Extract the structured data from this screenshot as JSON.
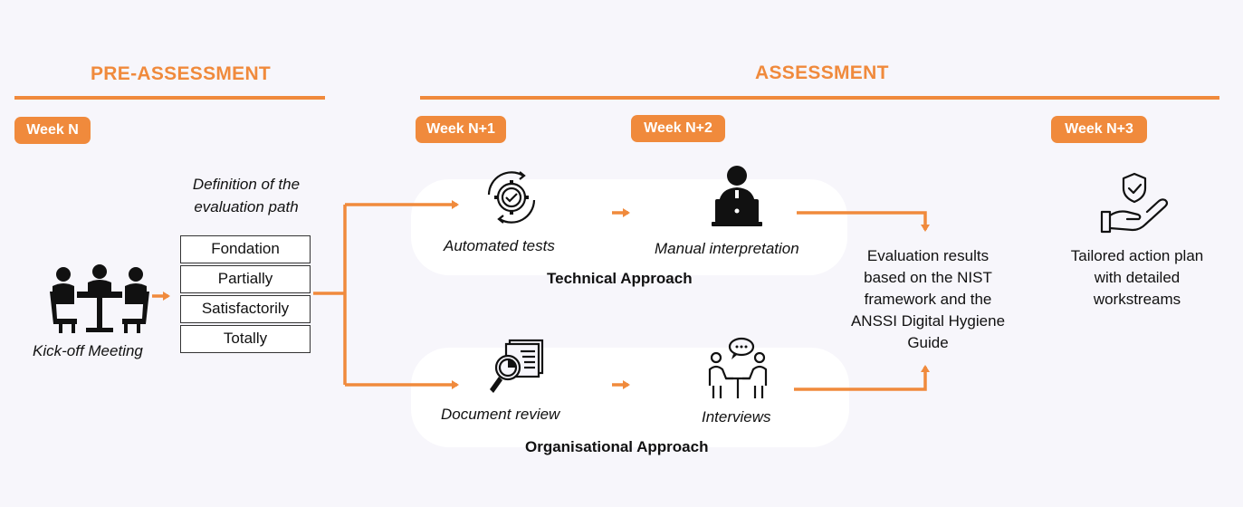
{
  "phases": {
    "pre_assessment": "PRE-ASSESSMENT",
    "assessment": "ASSESSMENT"
  },
  "weeks": {
    "week_n": "Week N",
    "week_n1": "Week N+1",
    "week_n2": "Week N+2",
    "week_n3": "Week N+3"
  },
  "kickoff": {
    "label": "Kick-off Meeting",
    "icon": "meeting-icon"
  },
  "evaluation_path": {
    "title_line1": "Definition of the",
    "title_line2": "evaluation path",
    "levels": [
      "Fondation",
      "Partially",
      "Satisfactorily",
      "Totally"
    ]
  },
  "technical": {
    "title": "Technical Approach",
    "step1": "Automated tests",
    "step1_icon": "gear-check-icon",
    "step2": "Manual interpretation",
    "step2_icon": "person-laptop-icon"
  },
  "organisational": {
    "title": "Organisational Approach",
    "step1": "Document review",
    "step1_icon": "document-magnifier-icon",
    "step2": "Interviews",
    "step2_icon": "interview-icon"
  },
  "results": {
    "line1": "Evaluation results",
    "line2": "based on the NIST",
    "line3": "framework and the",
    "line4": "ANSSI Digital Hygiene",
    "line5": "Guide"
  },
  "action_plan": {
    "line1": "Tailored action plan",
    "line2": "with detailed",
    "line3": "workstreams",
    "icon": "hand-shield-icon"
  },
  "colors": {
    "accent": "#f08a3c",
    "background": "#f7f6fb",
    "pill": "#ffffff"
  }
}
